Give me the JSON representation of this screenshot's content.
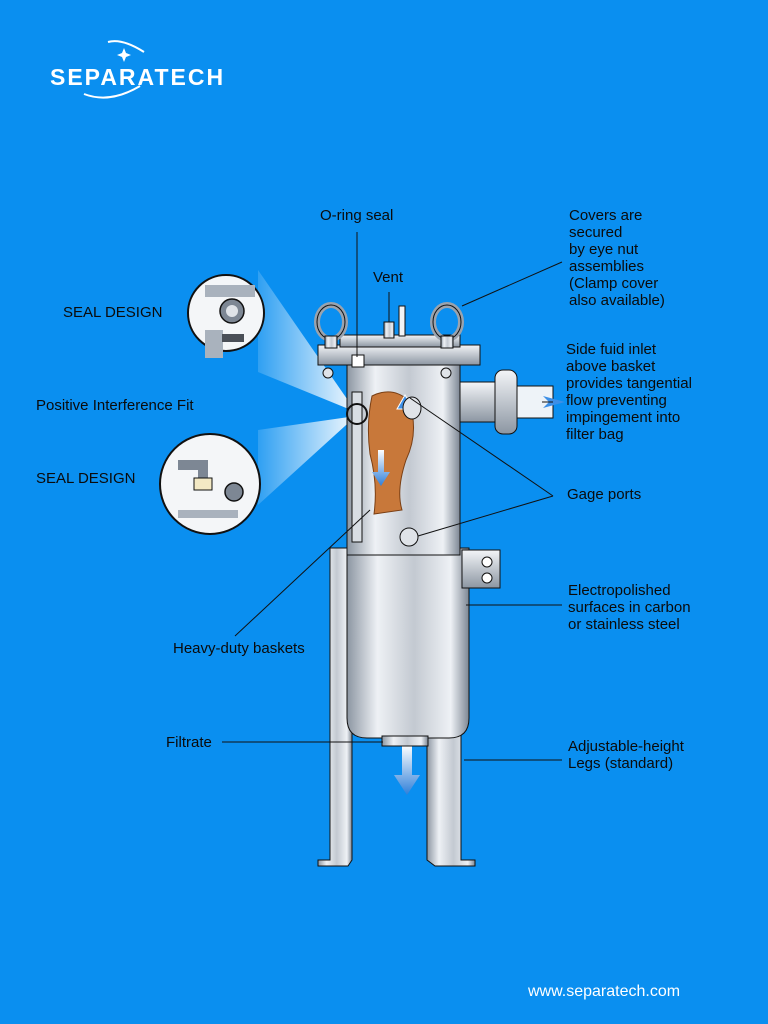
{
  "brand": {
    "name": "SEPARATECH"
  },
  "website": "www.separatech.com",
  "colors": {
    "background": "#0a8ff0",
    "steel_light": "#eef1f5",
    "steel_dark": "#7d8794",
    "bag": "#c8783a",
    "flow_arrow": "#3d8fe6"
  },
  "labels": {
    "oring_seal": "O-ring seal",
    "vent": "Vent",
    "covers": "Covers are\nsecured\nby eye nut\nassemblies\n(Clamp cover\nalso available)",
    "side_inlet": "Side fuid inlet\nabove basket\nprovides tangential\nflow preventing\nimpingement into\nfilter bag",
    "gage_ports": "Gage ports",
    "electropolished": "Electropolished\nsurfaces in carbon\nor stainless steel",
    "adjustable_legs": "Adjustable-height\nLegs (standard)",
    "seal_design_top": "SEAL DESIGN",
    "positive_fit": "Positive Interference Fit",
    "seal_design_bottom": "SEAL DESIGN",
    "heavy_duty_baskets": "Heavy-duty baskets",
    "filtrate": "Filtrate"
  },
  "icons": [
    "sparkle-logo-icon",
    "flow-arrow-icon"
  ]
}
